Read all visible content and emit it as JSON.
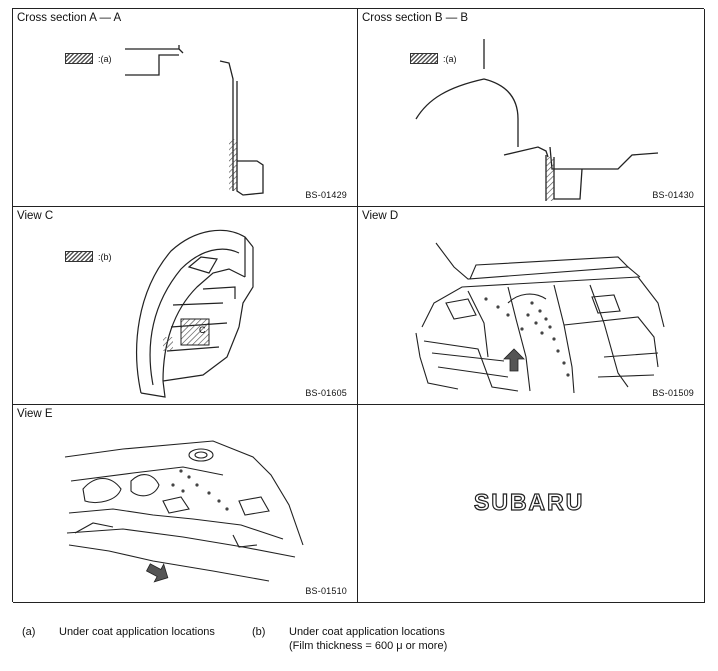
{
  "panels": {
    "a": {
      "title": "Cross section A — A",
      "legend_label": ":(a)",
      "figure_code": "BS-01429"
    },
    "b": {
      "title": "Cross section B — B",
      "legend_label": ":(a)",
      "figure_code": "BS-01430"
    },
    "c": {
      "title": "View C",
      "legend_label": ":(b)",
      "figure_code": "BS-01605",
      "callout": "C"
    },
    "d": {
      "title": "View D",
      "figure_code": "BS-01509"
    },
    "e": {
      "title": "View E",
      "figure_code": "BS-01510"
    },
    "logo": {
      "text": "SUBARU"
    }
  },
  "notes": {
    "a": {
      "key": "(a)",
      "text": "Under coat application locations"
    },
    "b": {
      "key": "(b)",
      "line1": "Under coat application locations",
      "line2": "(Film thickness = 600 μ or more)"
    }
  },
  "colors": {
    "line": "#222222",
    "hatch": "#555555"
  }
}
